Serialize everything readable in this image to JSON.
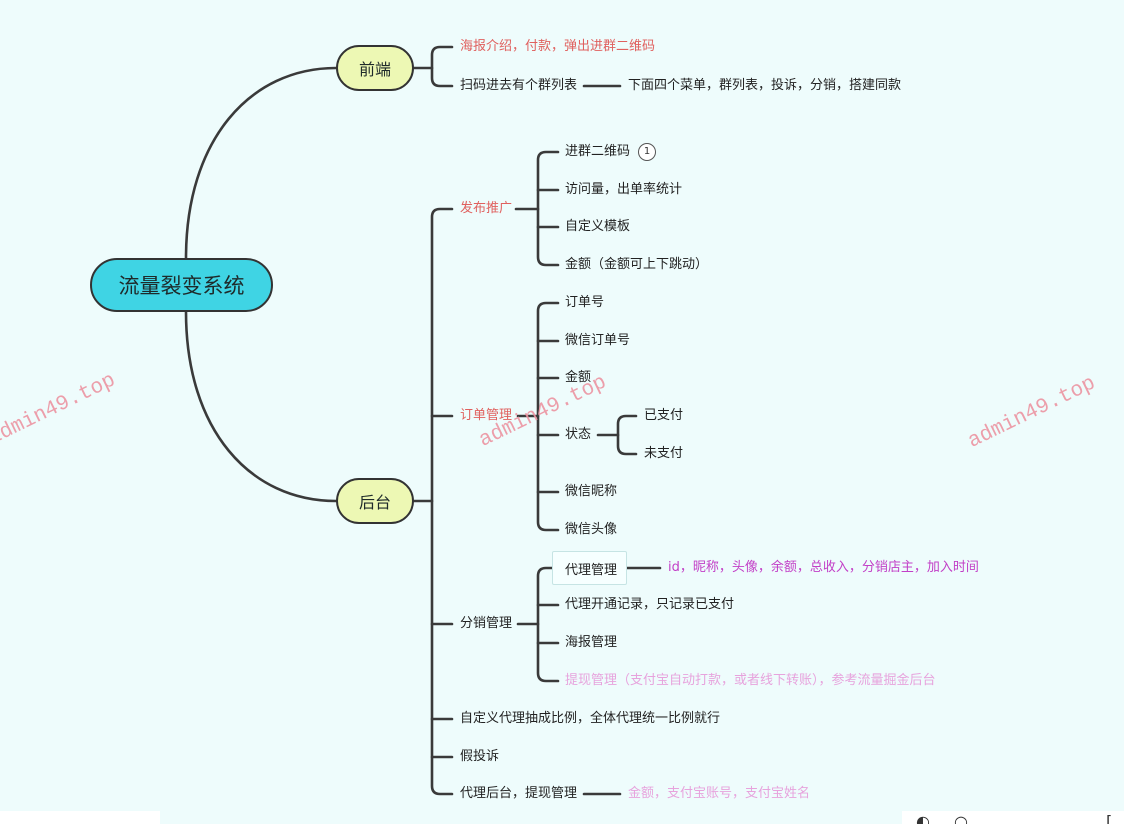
{
  "root": {
    "label": "流量裂变系统"
  },
  "frontend": {
    "label": "前端",
    "items": [
      {
        "label": "海报介绍，付款，弹出进群二维码"
      },
      {
        "label": "扫码进去有个群列表",
        "detail": "下面四个菜单，群列表，投诉，分销，搭建同款"
      }
    ]
  },
  "backend": {
    "label": "后台",
    "publish": {
      "label": "发布推广",
      "items": [
        {
          "label": "进群二维码",
          "badge": "1"
        },
        {
          "label": "访问量，出单率统计"
        },
        {
          "label": "自定义模板"
        },
        {
          "label": "金额（金额可上下跳动）"
        }
      ]
    },
    "orders": {
      "label": "订单管理",
      "items": [
        {
          "label": "订单号"
        },
        {
          "label": "微信订单号"
        },
        {
          "label": "金额"
        },
        {
          "label": "状态",
          "children": [
            "已支付",
            "未支付"
          ]
        },
        {
          "label": "微信昵称"
        },
        {
          "label": "微信头像"
        }
      ]
    },
    "distribution": {
      "label": "分销管理",
      "items": [
        {
          "label": "代理管理",
          "detail": "id，昵称，头像，余额，总收入，分销店主，加入时间"
        },
        {
          "label": "代理开通记录，只记录已支付"
        },
        {
          "label": "海报管理"
        },
        {
          "label": "提现管理（支付宝自动打款，或者线下转账），参考流量掘金后台"
        }
      ]
    },
    "custom_ratio": {
      "label": "自定义代理抽成比例，全体代理统一比例就行"
    },
    "fake_complaint": {
      "label": "假投诉"
    },
    "agent_backend": {
      "label": "代理后台，提现管理",
      "detail": "金额，支付宝账号，支付宝姓名"
    }
  },
  "watermark": {
    "text": "admin49.top"
  },
  "toolbar": {
    "icons": [
      "theme-toggle-icon",
      "help-icon",
      "fullscreen-icon"
    ]
  },
  "colors": {
    "background": "#eefcfc",
    "line": "#3a3a3a",
    "root_fill": "#3fd4e4",
    "branch_fill": "#edf8b4",
    "red_text": "#e0605e",
    "magenta_text": "#c23fc7",
    "light_pink_text": "#e7a3dd",
    "watermark": "#ec94a2"
  }
}
